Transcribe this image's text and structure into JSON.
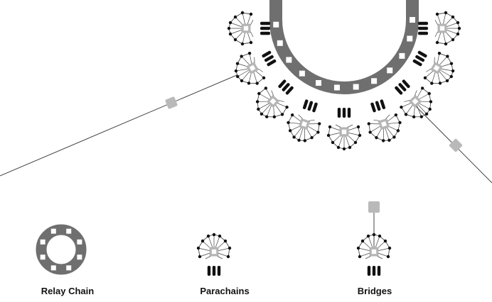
{
  "colors": {
    "relay_ring": "#6f6f6f",
    "slot": "#ffffff",
    "node": "#111111",
    "line": "#444444",
    "collator_box": "#b5b5b5",
    "bridge_box": "#b9b9b9"
  },
  "icons": {
    "relay_chain": "relay-chain-icon",
    "parachain": "parachain-icon",
    "bridge": "bridge-icon"
  },
  "legend": {
    "relay_chain": "Relay Chain",
    "parachains": "Parachains",
    "bridges": "Bridges"
  }
}
